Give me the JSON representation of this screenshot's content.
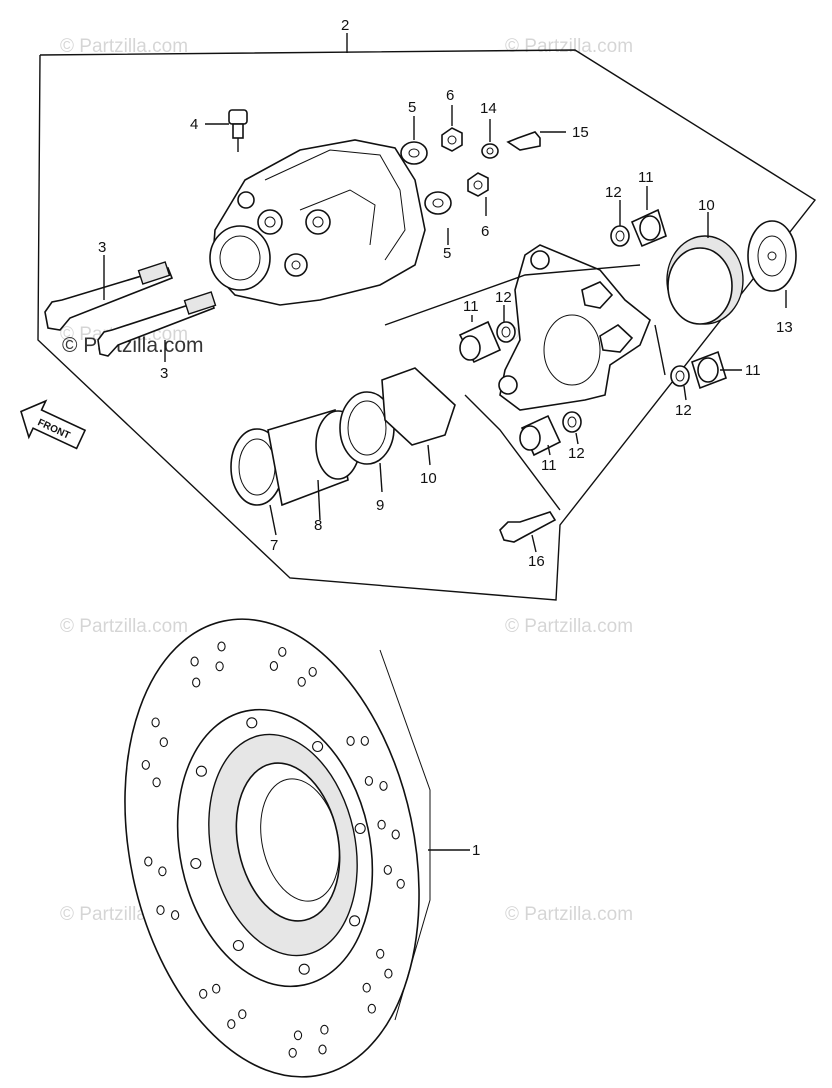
{
  "watermark": {
    "text": "© Partzilla.com",
    "strong_text": "© Partzilla.com"
  },
  "front_arrow": {
    "text": "FRONT"
  },
  "callouts": {
    "c1": "1",
    "c2": "2",
    "c3": "3",
    "c3b": "3",
    "c4": "4",
    "c5a": "5",
    "c5b": "5",
    "c6a": "6",
    "c6b": "6",
    "c7": "7",
    "c8": "8",
    "c9": "9",
    "c10a": "10",
    "c10b": "10",
    "c11a": "11",
    "c11b": "11",
    "c11c": "11",
    "c11d": "11",
    "c12a": "12",
    "c12b": "12",
    "c12c": "12",
    "c12d": "12",
    "c13": "13",
    "c14": "14",
    "c15": "15",
    "c16": "16"
  }
}
